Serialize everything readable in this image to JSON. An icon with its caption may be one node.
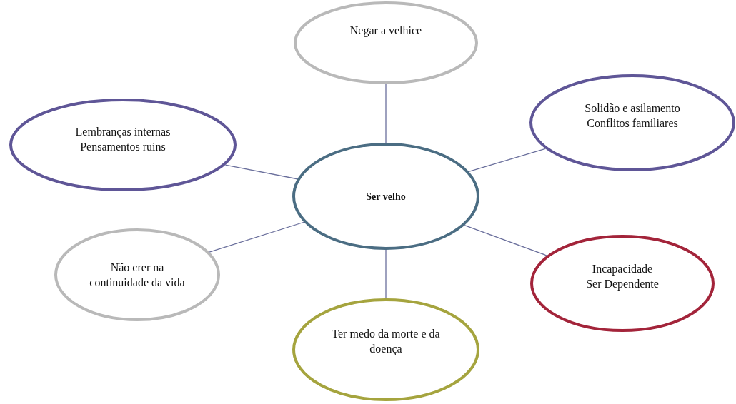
{
  "diagram": {
    "nodes": [
      {
        "text": [
          "Negar a velhice"
        ]
      },
      {
        "text": [
          "Solidão e asilamento",
          "Conflitos familiares"
        ]
      },
      {
        "text": [
          "Lembranças internas",
          "Pensamentos ruins"
        ]
      },
      {
        "text": [
          "Ser velho"
        ]
      },
      {
        "text": [
          "Incapacidade",
          "Ser Dependente"
        ]
      },
      {
        "text": [
          "Não crer na continuidade da vida"
        ]
      },
      {
        "text": [
          "Ter medo da morte e da doença"
        ]
      }
    ],
    "edges": [
      {
        "from": 3,
        "to": 0,
        "arrow": "none"
      },
      {
        "from": 3,
        "to": 1,
        "arrow": "none"
      },
      {
        "from": 3,
        "to": 2,
        "arrow": "none"
      },
      {
        "from": 3,
        "to": 4,
        "arrow": "none"
      },
      {
        "from": 3,
        "to": 5,
        "arrow": "none"
      },
      {
        "from": 3,
        "to": 6,
        "arrow": "none"
      }
    ]
  }
}
